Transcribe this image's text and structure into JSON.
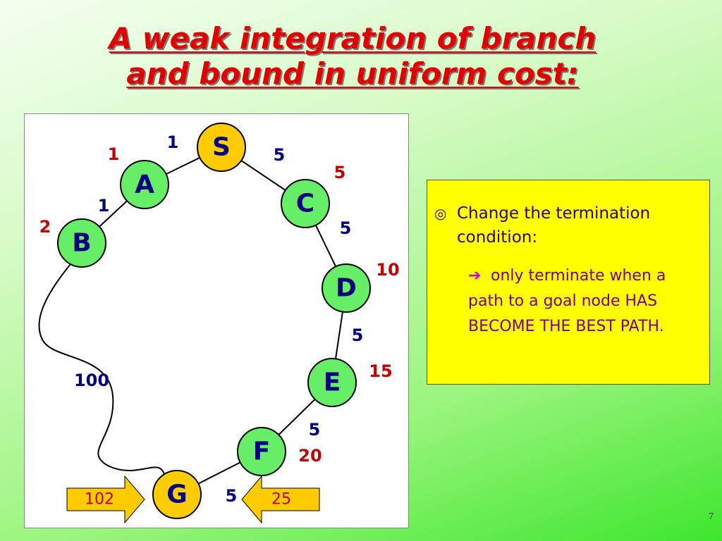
{
  "title": {
    "line1": "A weak integration of branch",
    "line2": "and bound in uniform cost:"
  },
  "diagram": {
    "nodes": [
      {
        "id": "S",
        "label": "S",
        "fill": "#ffcc00"
      },
      {
        "id": "A",
        "label": "A",
        "fill": "#66ee66"
      },
      {
        "id": "B",
        "label": "B",
        "fill": "#66ee66"
      },
      {
        "id": "C",
        "label": "C",
        "fill": "#66ee66"
      },
      {
        "id": "D",
        "label": "D",
        "fill": "#66ee66"
      },
      {
        "id": "E",
        "label": "E",
        "fill": "#66ee66"
      },
      {
        "id": "F",
        "label": "F",
        "fill": "#66ee66"
      },
      {
        "id": "G",
        "label": "G",
        "fill": "#ffcc00"
      }
    ],
    "edges": [
      {
        "from": "S",
        "to": "A",
        "cost": "1"
      },
      {
        "from": "A",
        "to": "B",
        "cost": "1"
      },
      {
        "from": "S",
        "to": "C",
        "cost": "5"
      },
      {
        "from": "C",
        "to": "D",
        "cost": "5"
      },
      {
        "from": "D",
        "to": "E",
        "cost": "5"
      },
      {
        "from": "E",
        "to": "F",
        "cost": "5"
      },
      {
        "from": "F",
        "to": "G",
        "cost": "5"
      },
      {
        "from": "B",
        "to": "G",
        "cost": "100"
      }
    ],
    "path_costs": [
      {
        "node": "A",
        "value": "1"
      },
      {
        "node": "B",
        "value": "2"
      },
      {
        "node": "C",
        "value": "5"
      },
      {
        "node": "D",
        "value": "10"
      },
      {
        "node": "E",
        "value": "15"
      },
      {
        "node": "F",
        "value": "20"
      }
    ],
    "goal_costs": {
      "left": "102",
      "right": "25"
    },
    "colors": {
      "edge_cost": "#000080",
      "path_cost": "#c00000",
      "node_text": "#000080",
      "arrow_fill": "#ffcc00"
    }
  },
  "note": {
    "bullet_mark": "◎",
    "bullet1": "Change the termination condition:",
    "sub_arrow": "➔",
    "bullet2": "only terminate when a path to a goal node HAS BECOME THE BEST PATH."
  },
  "page_number": "7"
}
